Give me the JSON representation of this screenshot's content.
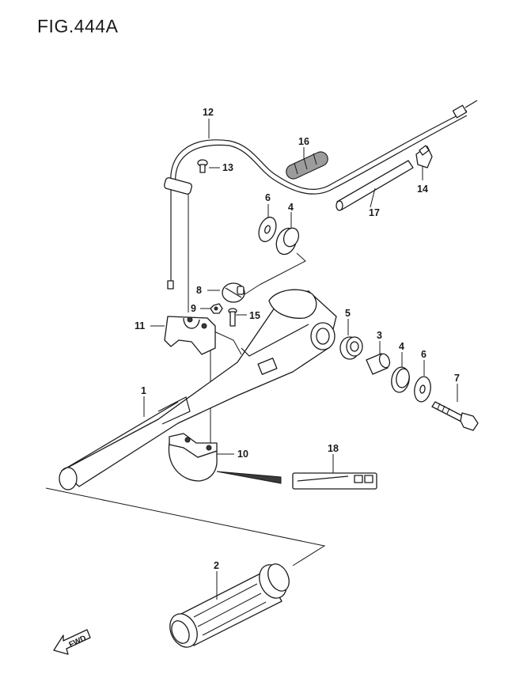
{
  "figure": {
    "title": "FIG.444A"
  },
  "callouts": {
    "p1": "1",
    "p2": "2",
    "p3": "3",
    "p4a": "4",
    "p4b": "4",
    "p5": "5",
    "p6a": "6",
    "p6b": "6",
    "p7": "7",
    "p8": "8",
    "p9": "9",
    "p10": "10",
    "p11": "11",
    "p12": "12",
    "p13": "13",
    "p14": "14",
    "p15": "15",
    "p16": "16",
    "p17": "17",
    "p18": "18"
  },
  "direction_marker": {
    "label": "FWD",
    "icon": "arrow-forward-icon"
  }
}
